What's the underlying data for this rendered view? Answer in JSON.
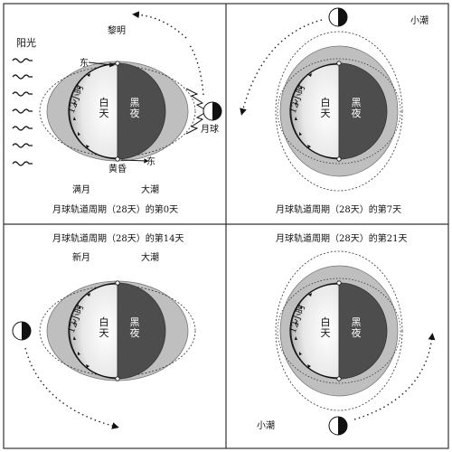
{
  "panels": [
    {
      "caption": "月球轨道周期（28天）的第0天",
      "phase": "满月",
      "tide": "大潮",
      "sunlight": "阳光",
      "dawn": "黎明",
      "dusk": "黄昏",
      "east_top": "东",
      "east_bottom": "东",
      "moon": "月球",
      "day": "白天",
      "night": "黑夜",
      "hours": "12小时"
    },
    {
      "caption": "月球轨道周期（28天）的第7天",
      "tide": "小潮",
      "day": "白天",
      "night": "黑夜",
      "hours": "12小时"
    },
    {
      "caption": "月球轨道周期（28天）的第14天",
      "phase": "新月",
      "tide": "大潮",
      "day": "白天",
      "night": "黑夜",
      "hours": "12小时"
    },
    {
      "caption": "月球轨道周期（28天）的第21天",
      "tide": "小潮",
      "day": "白天",
      "night": "黑夜",
      "hours": "12小时"
    }
  ],
  "colors": {
    "night": "#4d4d4d",
    "tide_bulge": "#bfbfbf",
    "frame": "#333333"
  }
}
